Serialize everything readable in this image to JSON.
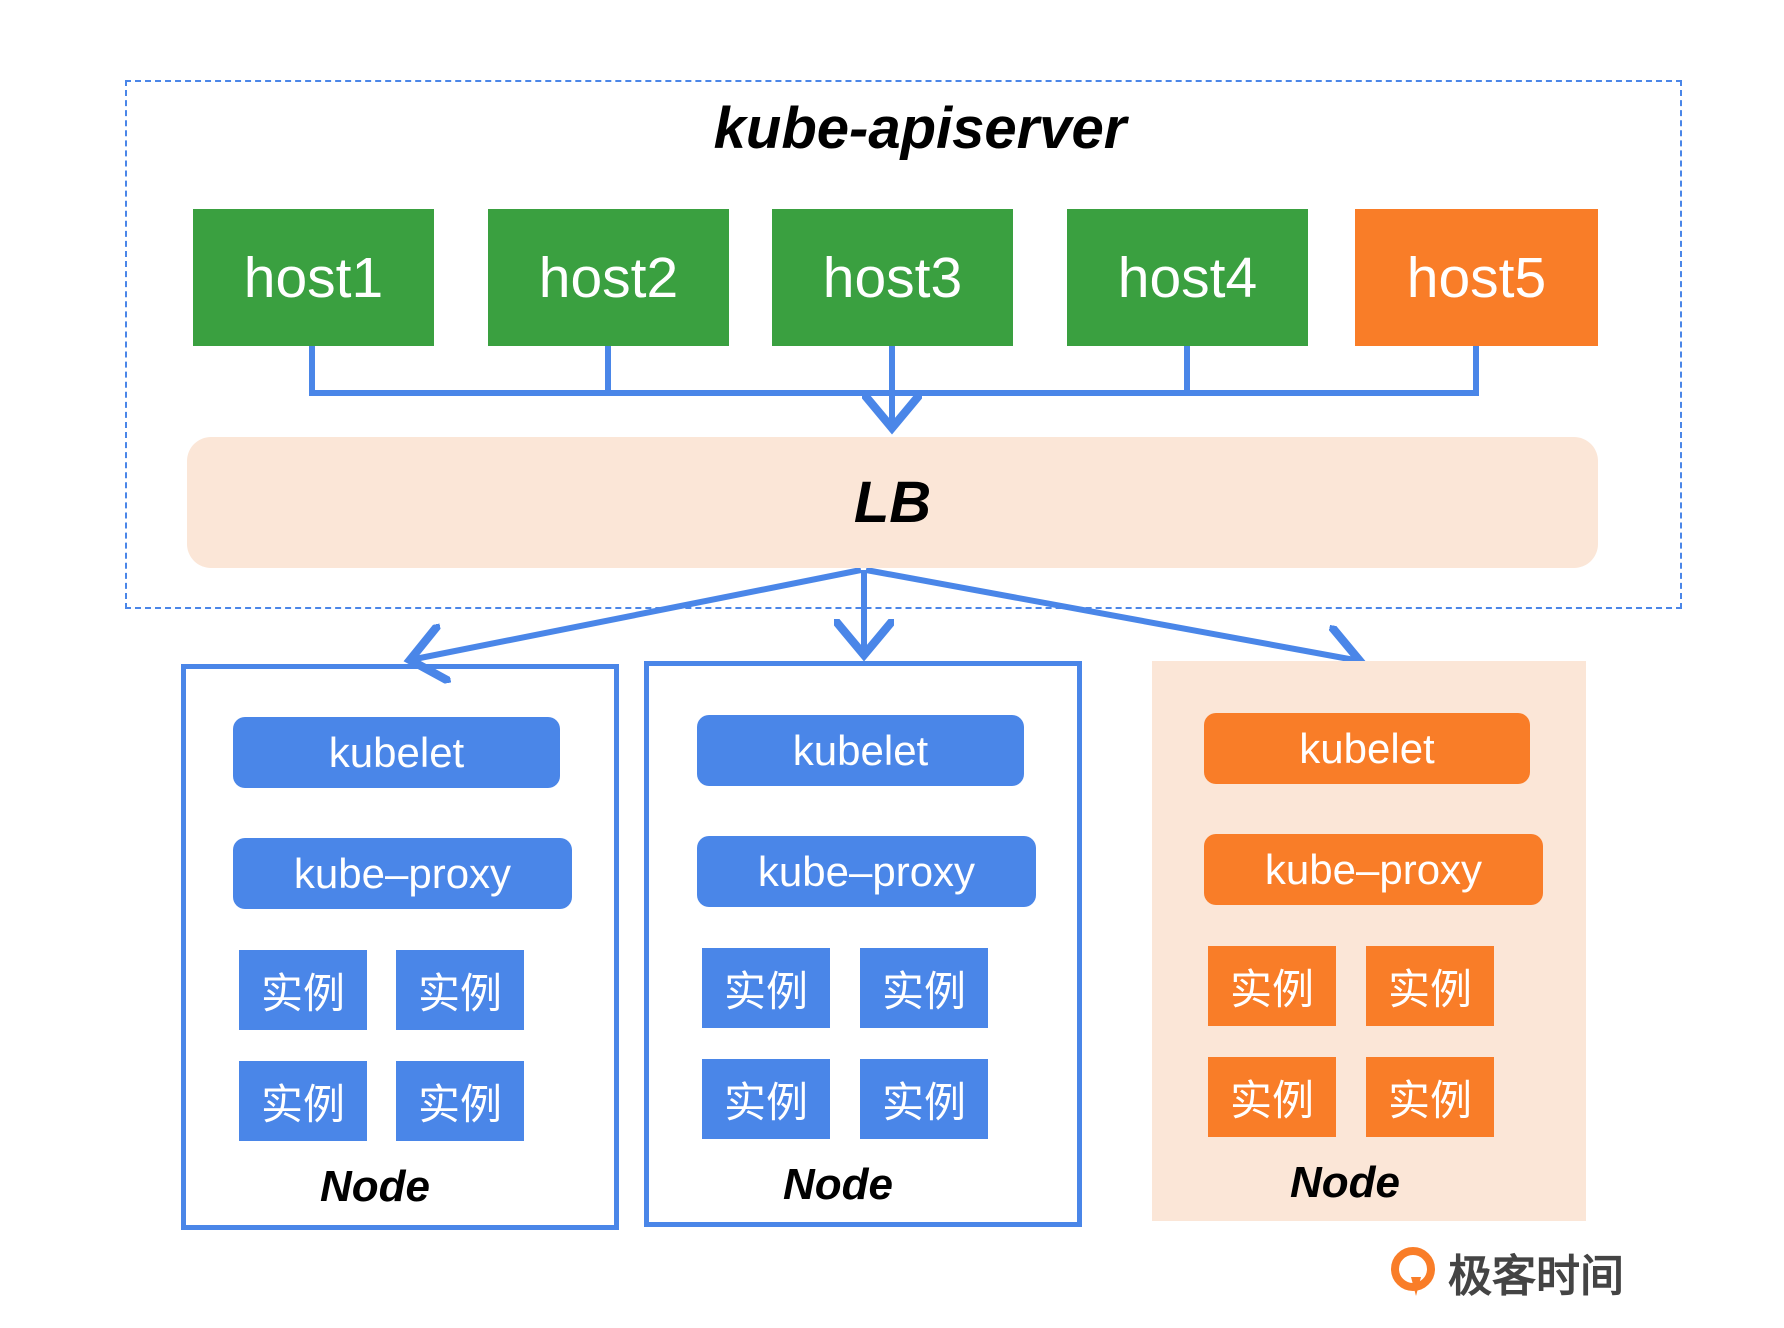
{
  "apiserver": {
    "title": "kube-apiserver"
  },
  "hosts": [
    {
      "label": "host1",
      "color": "#3aa040"
    },
    {
      "label": "host2",
      "color": "#3aa040"
    },
    {
      "label": "host3",
      "color": "#3aa040"
    },
    {
      "label": "host4",
      "color": "#3aa040"
    },
    {
      "label": "host5",
      "color": "#f97d28"
    }
  ],
  "lb": {
    "label": "LB"
  },
  "nodes": [
    {
      "kubelet": "kubelet",
      "kube_proxy": "kube–proxy",
      "instances": [
        "实例",
        "实例",
        "实例",
        "实例"
      ],
      "label": "Node",
      "accent": "#4a86e8"
    },
    {
      "kubelet": "kubelet",
      "kube_proxy": "kube–proxy",
      "instances": [
        "实例",
        "实例",
        "实例",
        "实例"
      ],
      "label": "Node",
      "accent": "#4a86e8"
    },
    {
      "kubelet": "kubelet",
      "kube_proxy": "kube–proxy",
      "instances": [
        "实例",
        "实例",
        "实例",
        "实例"
      ],
      "label": "Node",
      "accent": "#f97d28"
    }
  ],
  "logo": {
    "text": "极客时间"
  },
  "colors": {
    "green": "#3aa040",
    "orange": "#f97d28",
    "blue": "#4a86e8",
    "lb_bg": "#fbe6d7",
    "node3_bg": "#fbe6d7"
  }
}
